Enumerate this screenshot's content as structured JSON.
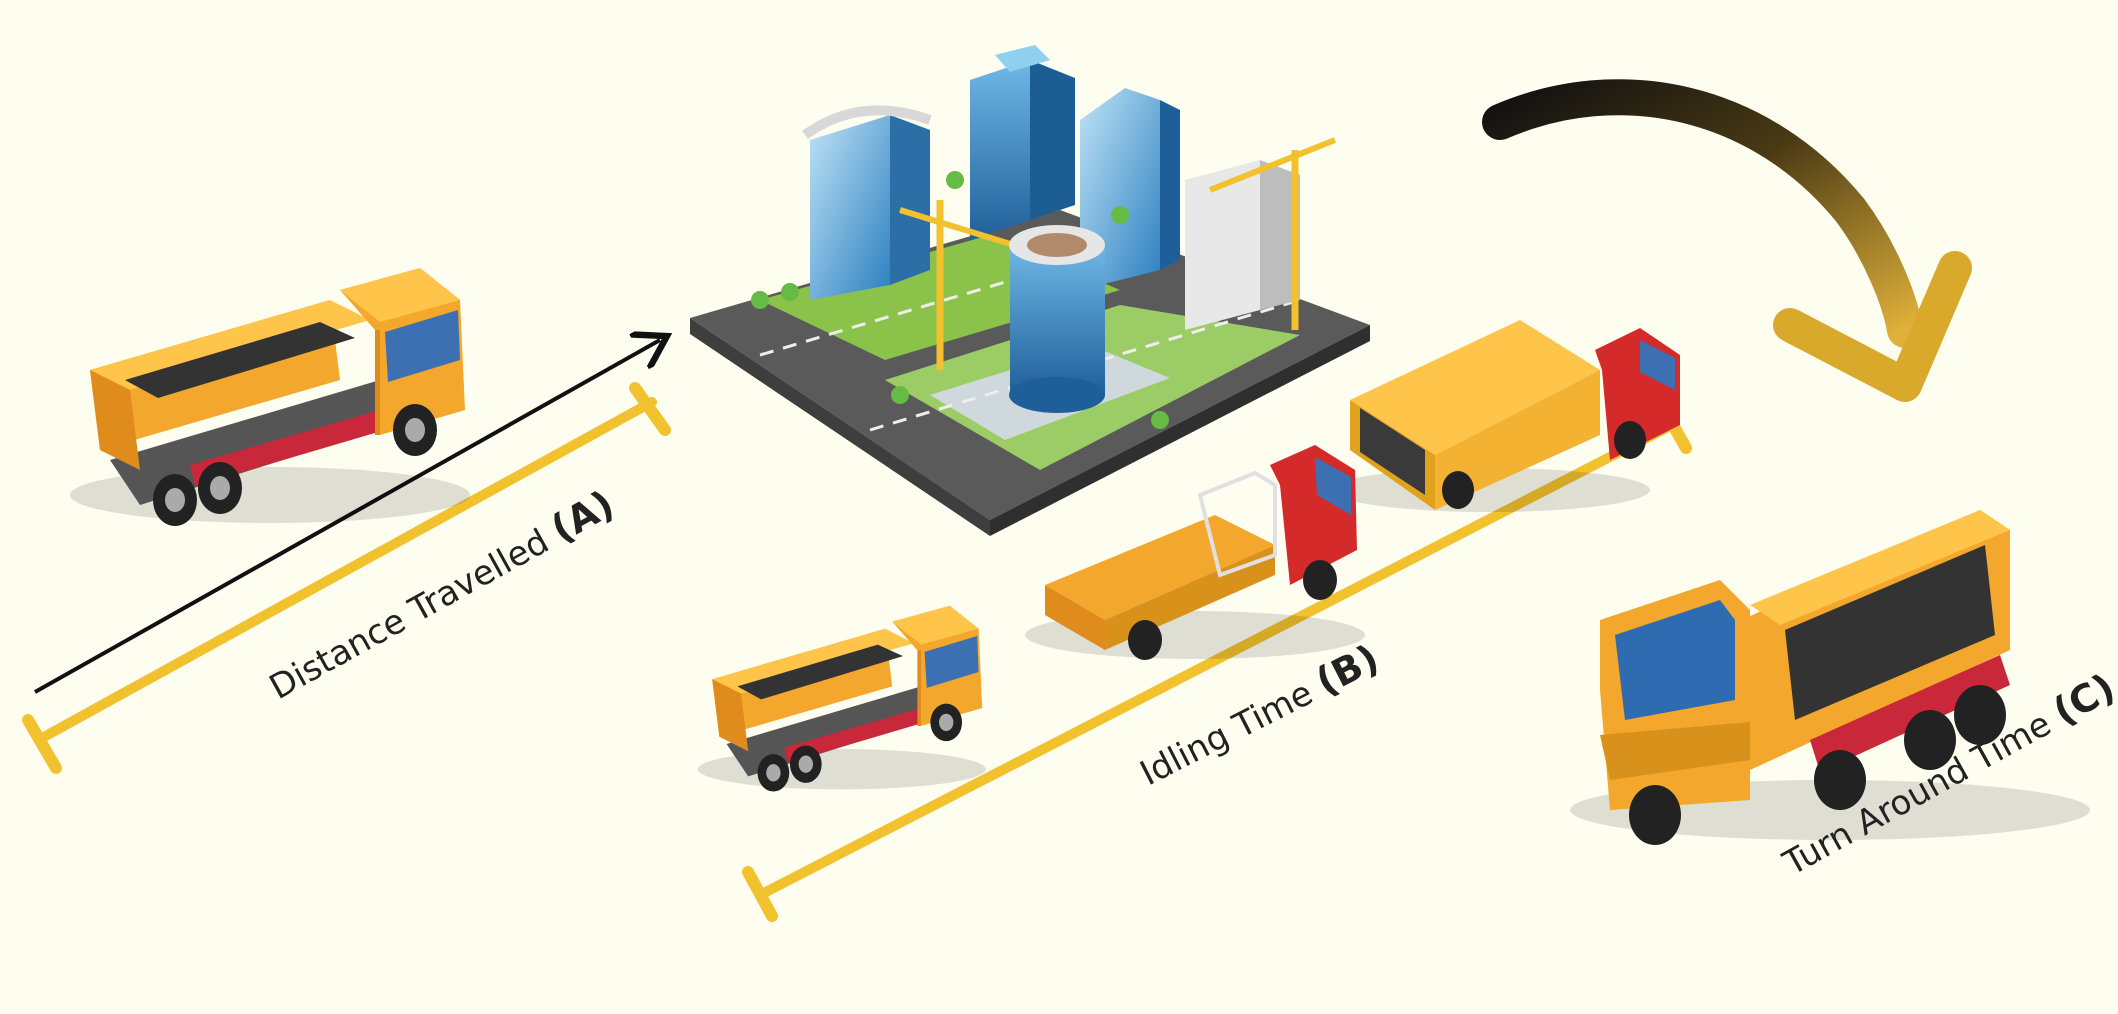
{
  "labels": {
    "distance": {
      "text": "Distance Travelled ",
      "marker": "(A)"
    },
    "idling": {
      "text": "Idling Time ",
      "marker": "(B)"
    },
    "turnaround": {
      "text": "Turn Around Time ",
      "marker": "(C)"
    }
  },
  "colors": {
    "background": "#fdfdf0",
    "measure_bar": "#f2c12e",
    "arrow_dark": "#111111",
    "arrow_gold": "#d9a92b",
    "truck_body": "#f3a72c",
    "truck_cab_red": "#d42a2a"
  },
  "icons": [
    "dump-truck-icon",
    "city-block-icon",
    "flatbed-truck-icon",
    "box-truck-icon",
    "curved-arrow-icon"
  ]
}
